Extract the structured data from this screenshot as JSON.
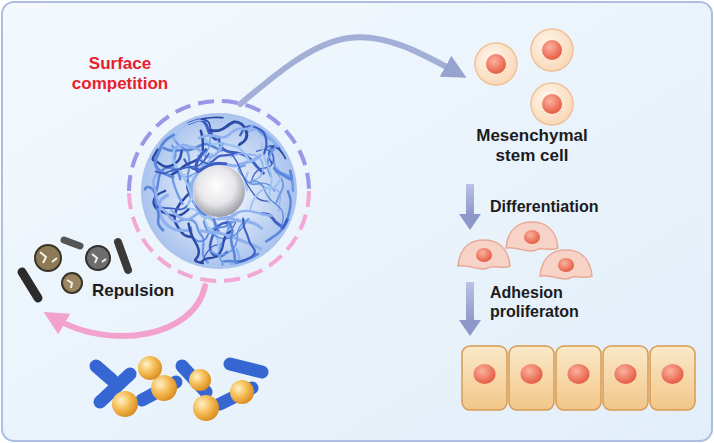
{
  "diagram": {
    "nodes": [
      {
        "text": [
          "Surface competition"
        ]
      },
      {
        "text": [
          "Mesenchymal stem cell"
        ]
      }
    ],
    "edges": [
      {
        "from": 0,
        "to": 1,
        "arrow": "to"
      }
    ],
    "labels": [
      "Differentiation",
      "Adhesion proliferaton",
      "Repulsion"
    ]
  }
}
